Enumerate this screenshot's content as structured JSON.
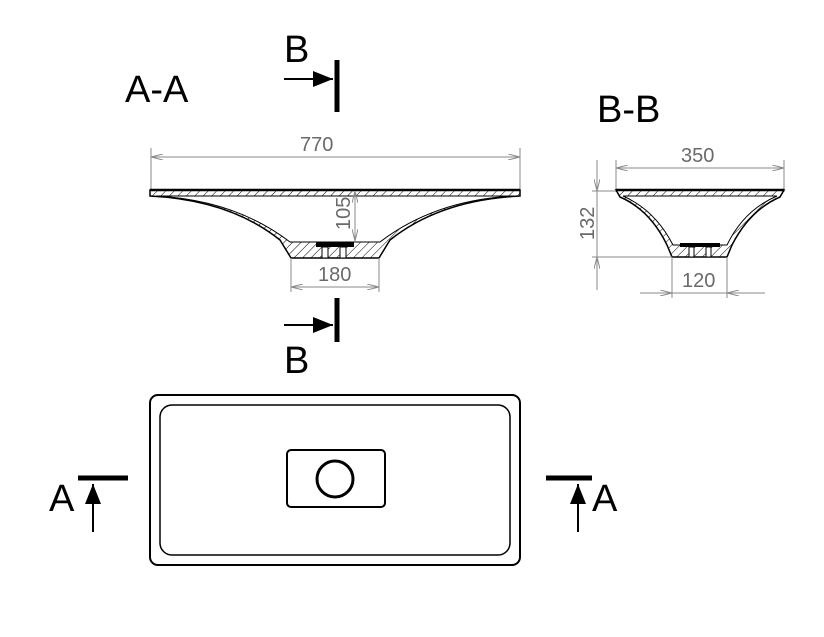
{
  "labels": {
    "section_aa": "A-A",
    "section_bb": "B-B",
    "cut_b_top": "B",
    "cut_b_bottom": "B",
    "cut_a_left": "A",
    "cut_a_right": "A"
  },
  "dimensions": {
    "aa_width": "770",
    "aa_depth": "105",
    "aa_base": "180",
    "bb_width": "350",
    "bb_height": "132",
    "bb_base": "120"
  }
}
